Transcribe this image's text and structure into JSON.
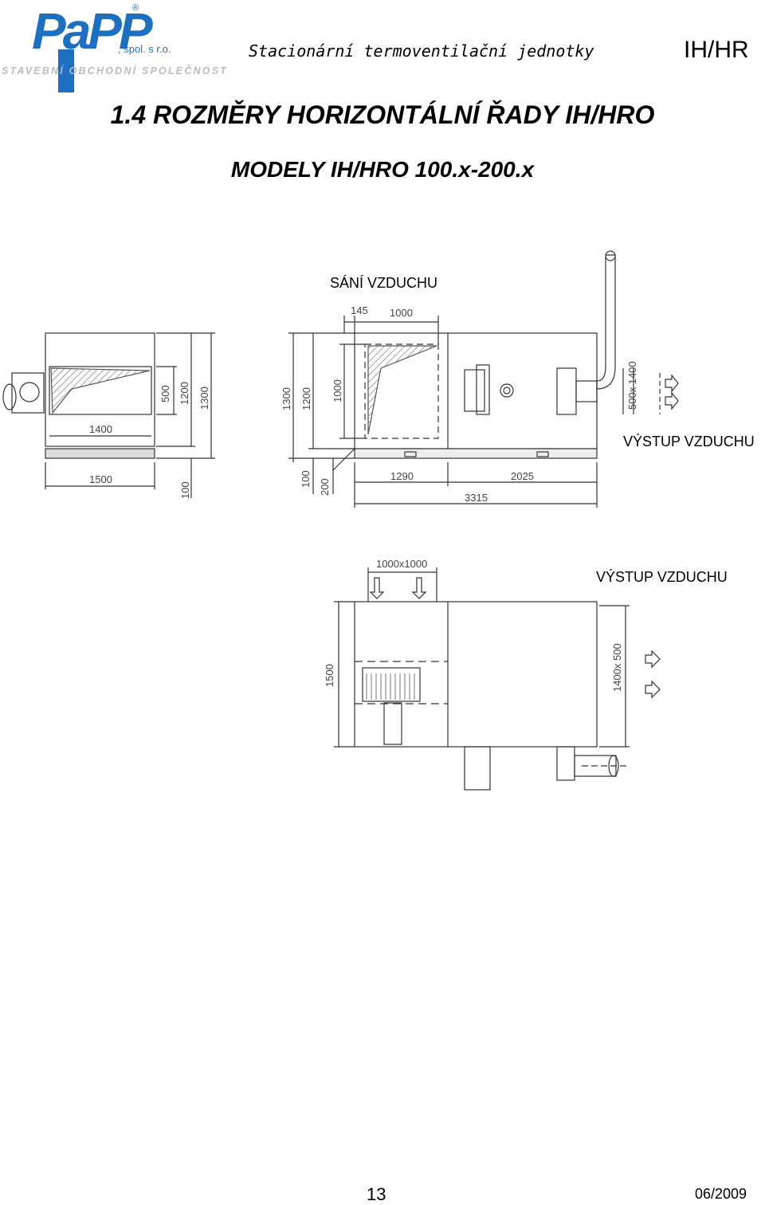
{
  "logo": {
    "brand": "PaPP",
    "registered": "®",
    "company_suffix": ", spol. s r.o.",
    "tagline": "STAVEBNÍ OBCHODNÍ SPOLEČNOST"
  },
  "header": {
    "title": "Stacionární termoventilační  jednotky",
    "code": "IH/HR"
  },
  "section": {
    "title": "1.4 ROZMĚRY HORIZONTÁLNÍ ŘADY IH/HRO",
    "subtitle": "MODELY IH/HRO 100.x-200.x"
  },
  "drawing": {
    "intake_label": "SÁNÍ VZDUCHU",
    "outlet_label_side": "VÝSTUP VZDUCHU",
    "outlet_label_top": "VÝSTUP VZDUCHU",
    "dimensions": {
      "d145": "145",
      "d1000_top": "1000",
      "d500_left": "500",
      "d1200_left": "1200",
      "d1300_left": "1300",
      "d1400_left": "1400",
      "d1500_left": "1500",
      "d100_left": "100",
      "d1300_mid": "1300",
      "d1200_mid": "1200",
      "d1000_mid": "1000",
      "d100_mid": "100",
      "d200_mid": "200",
      "d1290": "1290",
      "d2025": "2025",
      "d3315": "3315",
      "d500x1400": "500x 1400",
      "d1000x1000": "1000x1000",
      "d1500_plan": "1500",
      "d1400x500": "1400x 500"
    }
  },
  "footer": {
    "page_number": "13",
    "date": "06/2009"
  }
}
